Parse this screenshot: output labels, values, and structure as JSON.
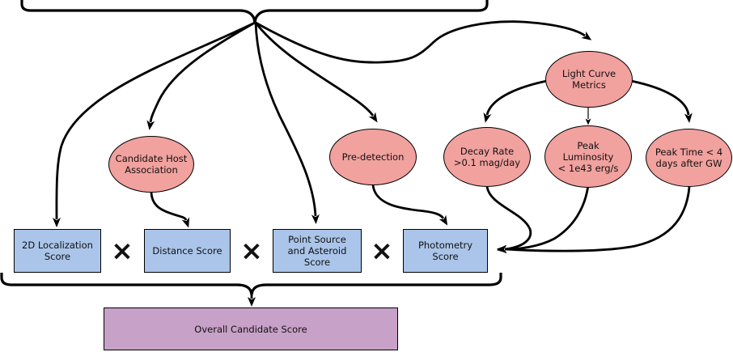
{
  "colors": {
    "criterion_ellipse_fill": "#F1A19E",
    "score_box_fill": "#AAC5E9",
    "output_box_fill": "#C7A1C7",
    "line": "#000000"
  },
  "operators": {
    "multiply_sign": "×"
  },
  "nodes": {
    "candidate_host_association": {
      "label": "Candidate Host\nAssociation"
    },
    "pre_detection": {
      "label": "Pre-detection"
    },
    "light_curve_metrics": {
      "label": "Light Curve\nMetrics"
    },
    "decay_rate": {
      "label": "Decay Rate\n>0.1 mag/day"
    },
    "peak_luminosity": {
      "label": "Peak\nLuminosity\n< 1e43 erg/s"
    },
    "peak_time": {
      "label": "Peak Time < 4\ndays after GW"
    },
    "localization_2d_score": {
      "label": "2D Localization\nScore"
    },
    "distance_score": {
      "label": "Distance Score"
    },
    "point_source_score": {
      "label": "Point Source\nand Asteroid\nScore"
    },
    "photometry_score": {
      "label": "Photometry\nScore"
    },
    "overall_candidate_score": {
      "label": "Overall Candidate Score"
    }
  }
}
